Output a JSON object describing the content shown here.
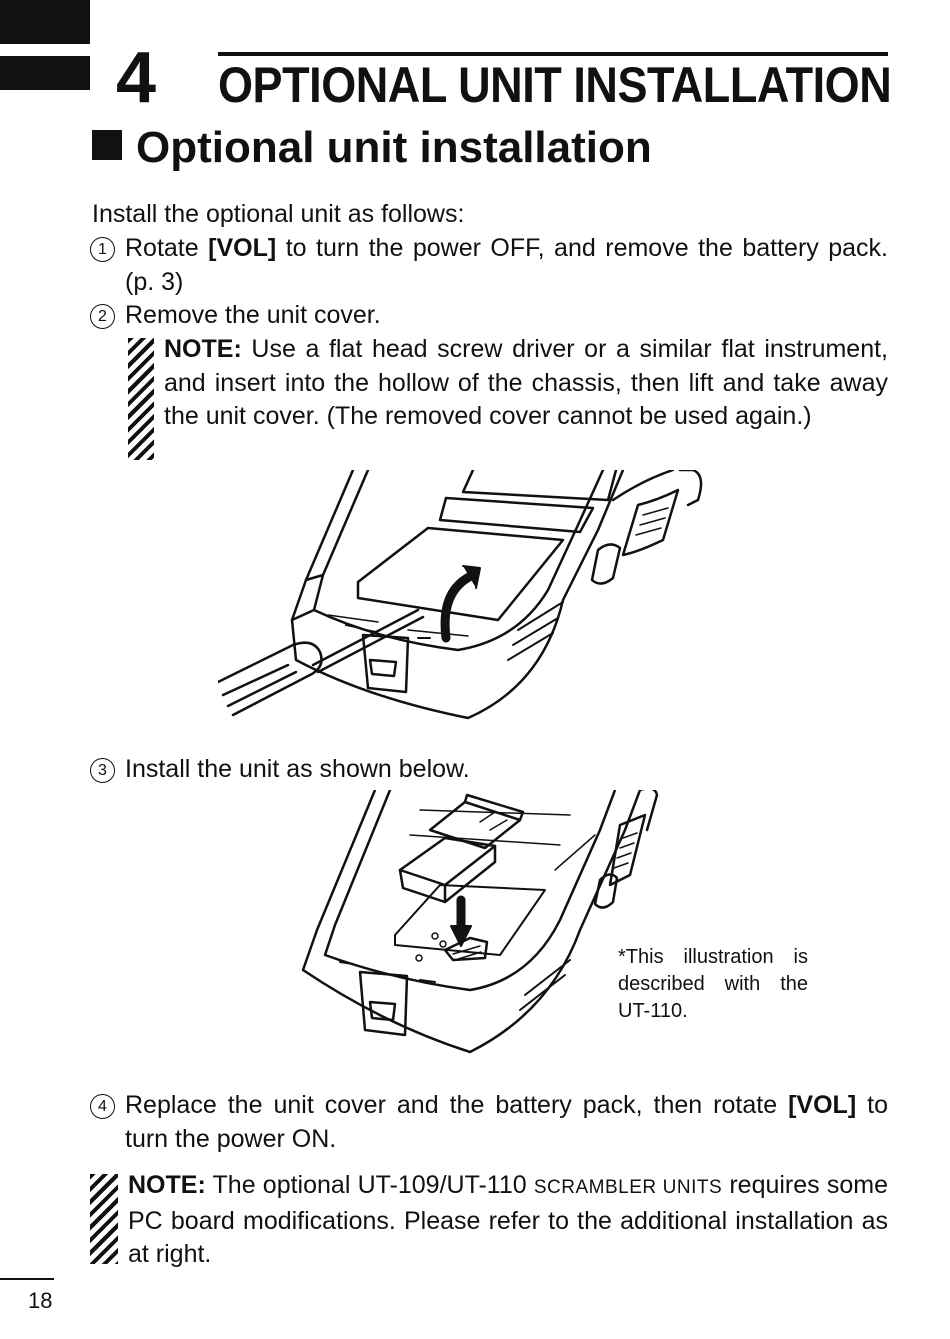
{
  "chapter": {
    "number": "4",
    "title": "OPTIONAL UNIT INSTALLATION"
  },
  "section": {
    "title": "Optional unit installation"
  },
  "intro": "Install the optional unit as follows:",
  "steps": [
    {
      "marker": "1",
      "text_before": "Rotate ",
      "bold": "[VOL]",
      "text_after": " to turn the power OFF, and remove the battery pack. (p. 3)"
    },
    {
      "marker": "2",
      "text": "Remove the unit cover."
    },
    {
      "marker": "3",
      "text": "Install the unit as shown below."
    },
    {
      "marker": "4",
      "text_before": "Replace the unit cover and the battery pack, then rotate ",
      "bold": "[VOL]",
      "text_after": " to turn the power ON."
    }
  ],
  "note1": {
    "label": "NOTE:",
    "text": " Use a flat head screw driver or a similar flat instrument, and insert into the hollow of the chassis, then lift and take away the unit cover. (The removed cover cannot be used again.)"
  },
  "caption": "*This illustration is described with the UT-110.",
  "note2": {
    "label": "NOTE:",
    "text_before": " The optional UT-109/UT-110 ",
    "smallcaps": "SCRAMBLER UNITS",
    "text_after": " requires some PC board modifications. Please refer to the additional installation as at right."
  },
  "page_number": "18",
  "illustrations": {
    "top": "radio-cover-removal-with-screwdriver",
    "bottom": "radio-unit-installation"
  },
  "colors": {
    "ink": "#111111",
    "paper": "#ffffff"
  }
}
